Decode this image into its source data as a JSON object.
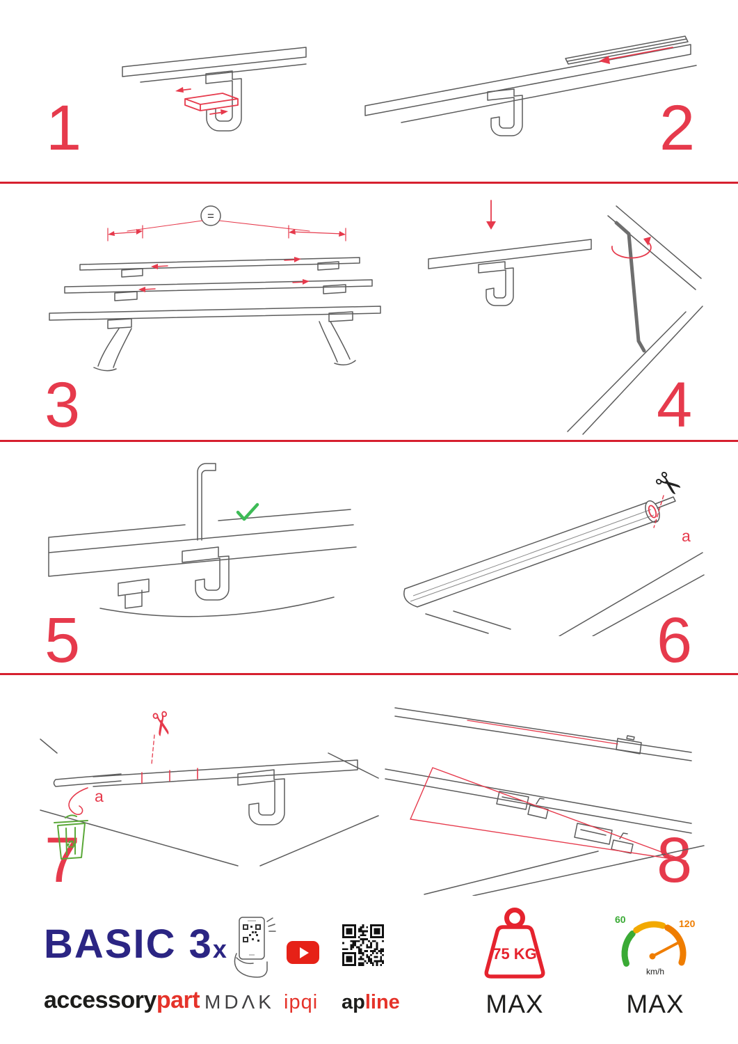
{
  "steps": [
    {
      "number": "1"
    },
    {
      "number": "2"
    },
    {
      "number": "3"
    },
    {
      "number": "4"
    },
    {
      "number": "5"
    },
    {
      "number": "6"
    },
    {
      "number": "7"
    },
    {
      "number": "8"
    }
  ],
  "annotations": {
    "equal": "=",
    "cut_label_6": "a",
    "cut_label_7": "a"
  },
  "icons": {
    "scissors": "✂",
    "recycle": "♻"
  },
  "footer": {
    "product_name": "BASIC 3",
    "product_suffix": "x",
    "brand_left": "accessory",
    "brand_right": "part",
    "mdak": "MDΛK",
    "ipqi": "ipqi",
    "apline_left": "ap",
    "apline_right": "line",
    "weight_value": "75 KG",
    "weight_max": "MAX",
    "speed_low": "60",
    "speed_high": "120",
    "speed_unit": "km/h",
    "speed_max": "MAX"
  },
  "colors": {
    "accent_red": "#e63a4c",
    "divider_red": "#d6202f",
    "brand_blue": "#2b2583",
    "logo_red": "#e5332a",
    "ink": "#1d1d1b",
    "line_gray": "#5b5b5b",
    "check_green": "#3dbb56",
    "eco_green": "#5aa838",
    "speed_green": "#3aaa35",
    "speed_amber": "#f2a900",
    "speed_orange": "#ef7d00"
  }
}
